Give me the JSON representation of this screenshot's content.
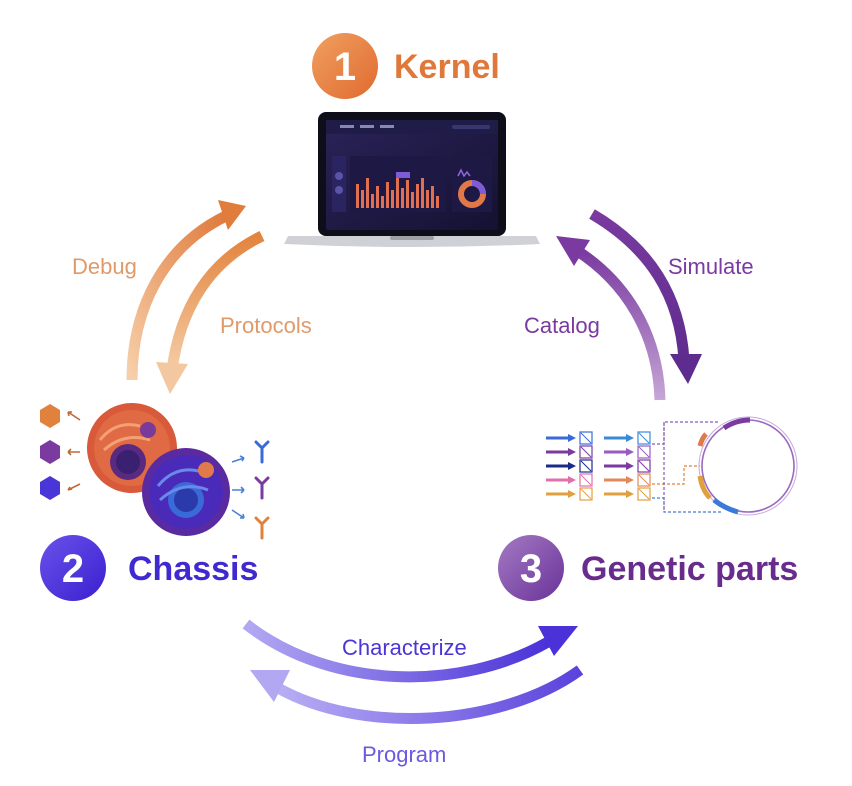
{
  "nodes": {
    "kernel": {
      "number": "1",
      "title": "Kernel"
    },
    "chassis": {
      "number": "2",
      "title": "Chassis"
    },
    "parts": {
      "number": "3",
      "title": "Genetic parts"
    }
  },
  "edges": {
    "debug": "Debug",
    "protocols": "Protocols",
    "simulate": "Simulate",
    "catalog": "Catalog",
    "characterize": "Characterize",
    "program": "Program"
  },
  "colors": {
    "orange": "#e0783a",
    "orange_light": "#f2c49c",
    "purple": "#7a3a98",
    "purple_light": "#b892c8",
    "blue": "#4a35d8",
    "blue_light": "#a89cf0",
    "laptop_screen": "#1c1840"
  }
}
